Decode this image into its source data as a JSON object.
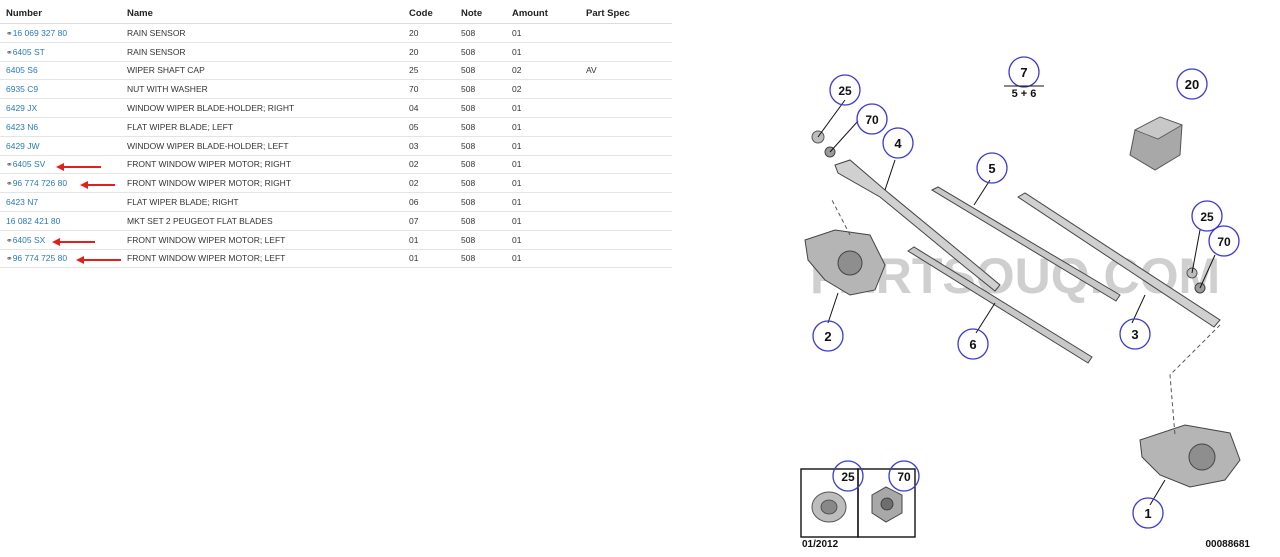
{
  "table": {
    "headers": {
      "number": "Number",
      "name": "Name",
      "code": "Code",
      "note": "Note",
      "amount": "Amount",
      "spec": "Part Spec"
    },
    "rows": [
      {
        "linked": true,
        "number": "16 069 327 80",
        "name": "RAIN SENSOR",
        "code": "20",
        "note": "508",
        "amount": "01",
        "spec": ""
      },
      {
        "linked": true,
        "number": "6405 ST",
        "name": "RAIN SENSOR",
        "code": "20",
        "note": "508",
        "amount": "01",
        "spec": ""
      },
      {
        "linked": false,
        "number": "6405 S6",
        "name": "WIPER SHAFT CAP",
        "code": "25",
        "note": "508",
        "amount": "02",
        "spec": "AV"
      },
      {
        "linked": false,
        "number": "6935 C9",
        "name": "NUT WITH WASHER",
        "code": "70",
        "note": "508",
        "amount": "02",
        "spec": ""
      },
      {
        "linked": false,
        "number": "6429 JX",
        "name": "WINDOW WIPER BLADE-HOLDER; RIGHT",
        "code": "04",
        "note": "508",
        "amount": "01",
        "spec": ""
      },
      {
        "linked": false,
        "number": "6423 N6",
        "name": "FLAT WIPER BLADE; LEFT",
        "code": "05",
        "note": "508",
        "amount": "01",
        "spec": ""
      },
      {
        "linked": false,
        "number": "6429 JW",
        "name": "WINDOW WIPER BLADE-HOLDER; LEFT",
        "code": "03",
        "note": "508",
        "amount": "01",
        "spec": ""
      },
      {
        "linked": true,
        "number": "6405 SV",
        "name": "FRONT WINDOW WIPER MOTOR; RIGHT",
        "code": "02",
        "note": "508",
        "amount": "01",
        "spec": ""
      },
      {
        "linked": true,
        "number": "96 774 726 80",
        "name": "FRONT WINDOW WIPER MOTOR; RIGHT",
        "code": "02",
        "note": "508",
        "amount": "01",
        "spec": ""
      },
      {
        "linked": false,
        "number": "6423 N7",
        "name": "FLAT WIPER BLADE; RIGHT",
        "code": "06",
        "note": "508",
        "amount": "01",
        "spec": ""
      },
      {
        "linked": false,
        "number": "16 082 421 80",
        "name": "MKT SET 2 PEUGEOT FLAT BLADES",
        "code": "07",
        "note": "508",
        "amount": "01",
        "spec": ""
      },
      {
        "linked": true,
        "number": "6405 SX",
        "name": "FRONT WINDOW WIPER MOTOR; LEFT",
        "code": "01",
        "note": "508",
        "amount": "01",
        "spec": ""
      },
      {
        "linked": true,
        "number": "96 774 725 80",
        "name": "FRONT WINDOW WIPER MOTOR; LEFT",
        "code": "01",
        "note": "508",
        "amount": "01",
        "spec": ""
      }
    ],
    "link_icon": "link-icon",
    "arrow_color": "#e0201a",
    "link_color": "#2a7ab8"
  },
  "diagram": {
    "callouts": {
      "c25a": "25",
      "c70a": "70",
      "c4": "4",
      "c7": "7",
      "c7sub": "5 + 6",
      "c20": "20",
      "c5": "5",
      "c25b": "25",
      "c70b": "70",
      "c2": "2",
      "c6": "6",
      "c3": "3",
      "c1": "1",
      "c25c": "25",
      "c70c": "70"
    },
    "watermark": "PARTSOUQ.COM",
    "date": "01/2012",
    "ref": "00088681"
  }
}
